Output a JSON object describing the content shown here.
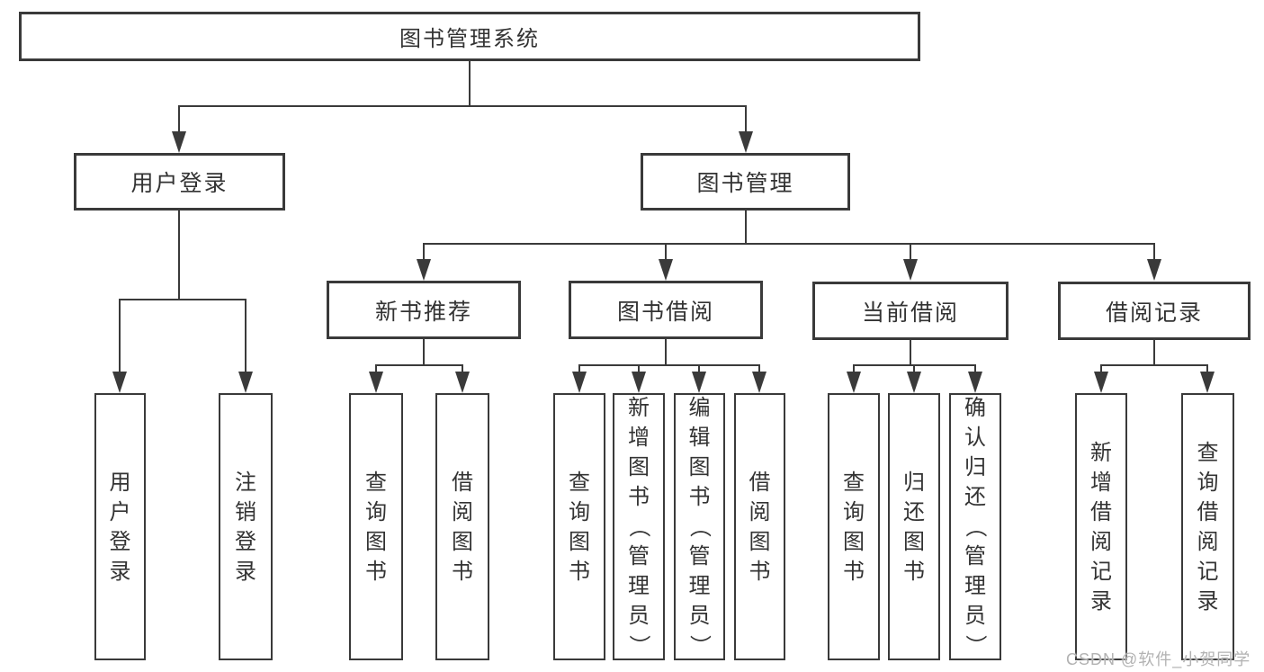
{
  "root": {
    "label": "图书管理系统"
  },
  "branches": [
    {
      "label": "用户登录",
      "children": [
        {
          "label": "用户登录"
        },
        {
          "label": "注销登录"
        }
      ]
    },
    {
      "label": "图书管理",
      "children": [
        {
          "label": "新书推荐",
          "children": [
            {
              "label": "查询图书"
            },
            {
              "label": "借阅图书"
            }
          ]
        },
        {
          "label": "图书借阅",
          "children": [
            {
              "label": "查询图书"
            },
            {
              "label": "新增图书（管理员）"
            },
            {
              "label": "编辑图书（管理员）"
            },
            {
              "label": "借阅图书"
            }
          ]
        },
        {
          "label": "当前借阅",
          "children": [
            {
              "label": "查询图书"
            },
            {
              "label": "归还图书"
            },
            {
              "label": "确认归还（管理员）"
            }
          ]
        },
        {
          "label": "借阅记录",
          "children": [
            {
              "label": "新增借阅记录"
            },
            {
              "label": "查询借阅记录"
            }
          ]
        }
      ]
    }
  ],
  "watermark": "CSDN @软件_小贺同学",
  "colors": {
    "line": "#3a3a3a",
    "text": "#333333",
    "watermark": "#b2b2b2",
    "background": "#ffffff"
  }
}
